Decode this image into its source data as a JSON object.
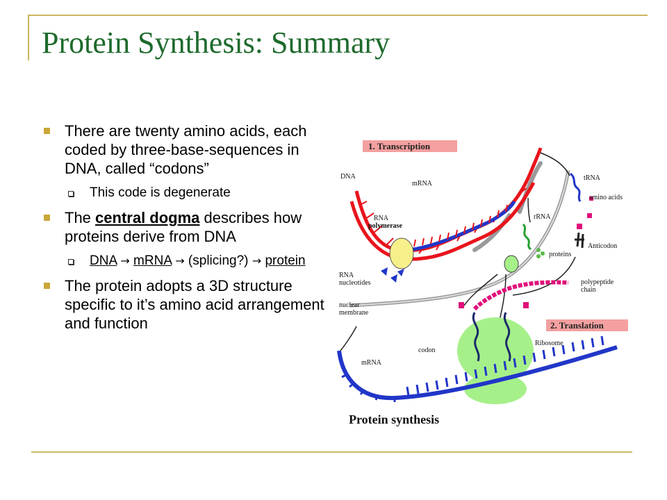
{
  "slide": {
    "title": "Protein Synthesis: Summary",
    "bullets": [
      {
        "text": "There are twenty amino acids, each coded by three-base-sequences in DNA, called “codons”",
        "sub": [
          "This code is degenerate"
        ]
      },
      {
        "text_before": "The ",
        "link": "central dogma",
        "text_after": " describes how proteins derive from DNA",
        "sub_chain": {
          "dna": "DNA",
          "mrna": "mRNA",
          "splicing": "(splicing?)",
          "protein": "protein",
          "arrow": "→"
        }
      },
      {
        "text": "The protein adopts a 3D structure specific to it’s amino acid arrangement and function"
      }
    ]
  },
  "diagram": {
    "step1": "1. Transcription",
    "step2": "2. Translation",
    "caption": "Protein synthesis",
    "labels": {
      "dna": "DNA",
      "mrna_top": "mRNA",
      "rna_polymerase_1": "RNA",
      "rna_polymerase_2": "polymerase",
      "rna_nucleotides_1": "RNA",
      "rna_nucleotides_2": "nucleotides",
      "nuclear_membrane_1": "nuclear",
      "nuclear_membrane_2": "membrane",
      "mrna_bottom": "mRNA",
      "codon": "codon",
      "trna": "tRNA",
      "amino_acids": "amino acids",
      "rrna": "rRNA",
      "proteins": "proteins",
      "anticodon": "Anticodon",
      "polypeptide_1": "polypeptide",
      "polypeptide_2": "chain",
      "ribosome": "Ribosome"
    },
    "colors": {
      "dna": "#e8141c",
      "mrna": "#2136c8",
      "ribosome": "#a6f08a",
      "polymerase": "#f7f08a",
      "header_bg": "#f4a0a0",
      "polypeptide": "#e0107a"
    }
  }
}
